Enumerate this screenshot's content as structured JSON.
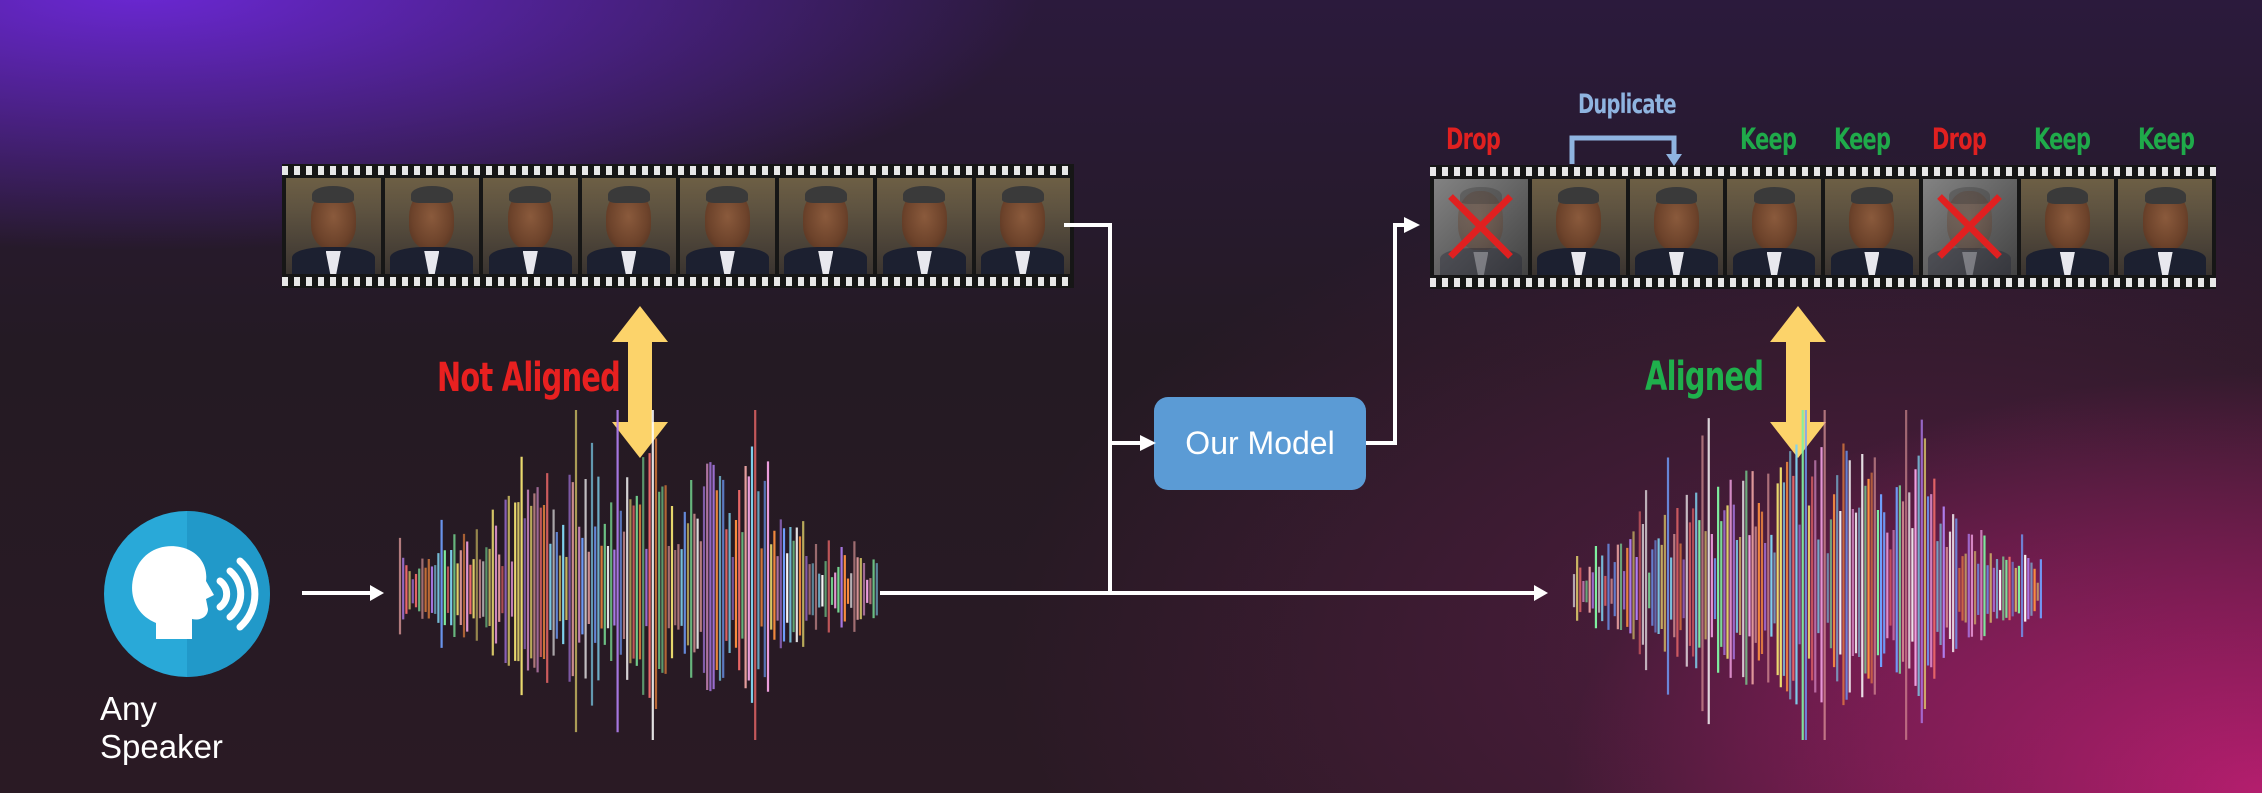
{
  "model": {
    "label": "Our Model"
  },
  "speaker": {
    "label": "Any Speaker"
  },
  "labels": {
    "not_aligned": "Not Aligned",
    "aligned": "Aligned",
    "duplicate": "Duplicate"
  },
  "frame_actions": [
    "Drop",
    "",
    "",
    "Keep",
    "Keep",
    "Drop",
    "Keep",
    "Keep"
  ],
  "colors": {
    "drop": "#e02020",
    "keep": "#1faa4a",
    "duplicate": "#8fb4e0",
    "model_box": "#5b9bd5",
    "arrow": "#ffffff",
    "sync_arrow": "#fcd36a",
    "speaker_icon": "#29a9d8"
  },
  "icons": {
    "speaker": "speaking-head-icon",
    "drop_mark": "x-mark-icon",
    "sync": "double-arrow-icon"
  }
}
